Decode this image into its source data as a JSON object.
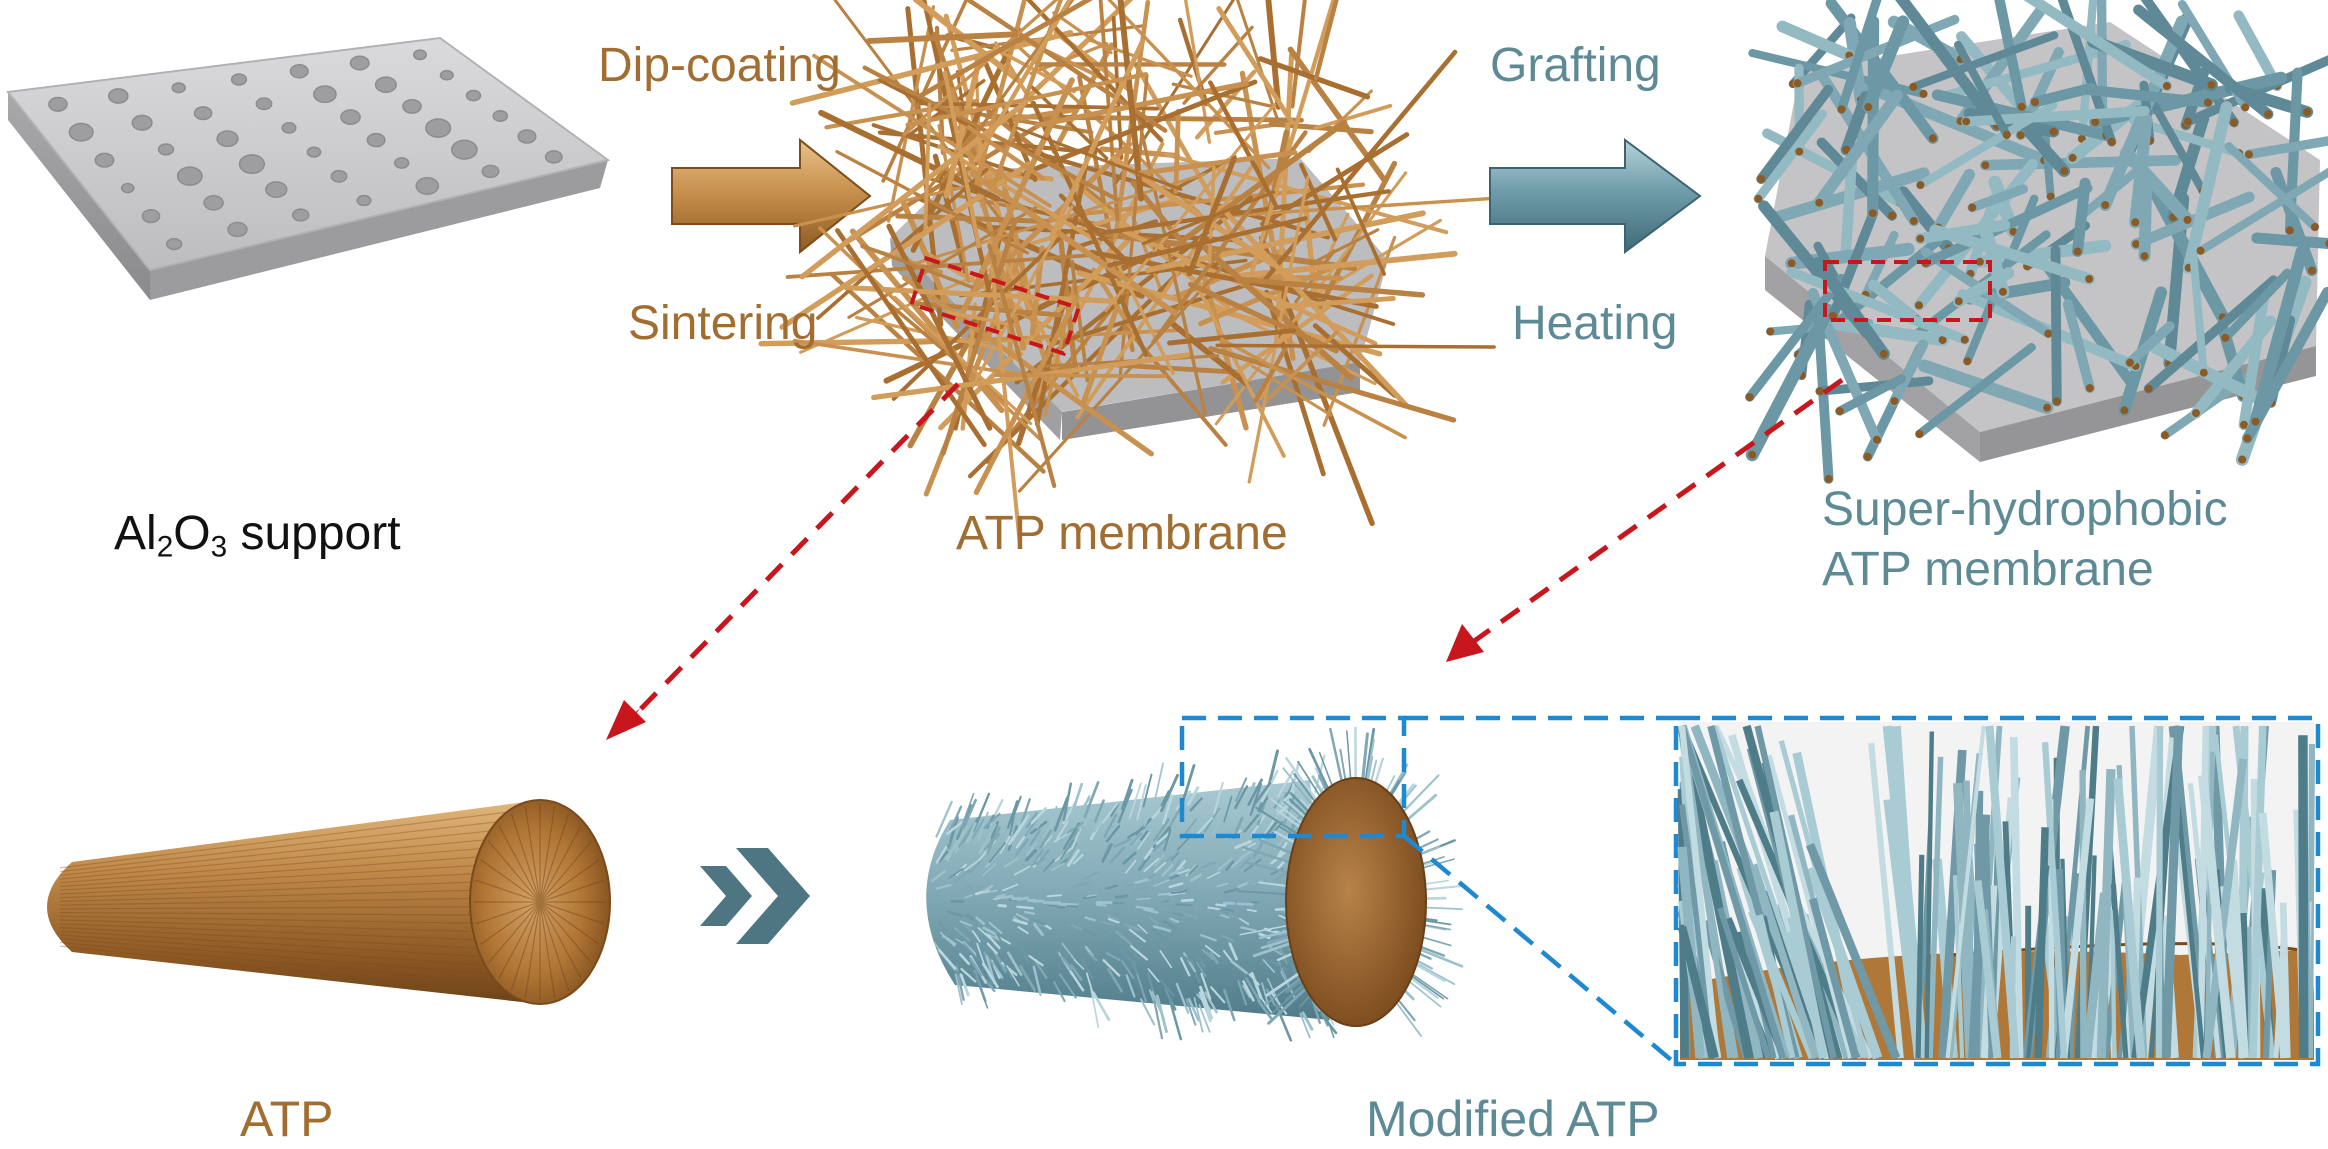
{
  "steps": {
    "dip_coating": "Dip-coating",
    "sintering": "Sintering",
    "grafting": "Grafting",
    "heating": "Heating"
  },
  "labels": {
    "support_prefix": "Al",
    "support_sub1": "2",
    "support_mid": "O",
    "support_sub2": "3",
    "support_suffix": " support",
    "atp_membrane": "ATP membrane",
    "superhydrophobic_line1": "Super-hydrophobic",
    "superhydrophobic_line2": "ATP membrane",
    "atp": "ATP",
    "modified_atp": "Modified ATP"
  },
  "colors": {
    "brown_text": "#A26D30",
    "teal_text": "#5E8A96",
    "brown_arrow": "#B57A3A",
    "teal_arrow": "#5C8C99",
    "red_dash": "#C8161D",
    "blue_dash": "#1E88D0",
    "support_gray": "#C9C9CB",
    "fiber_brown": "#B98142",
    "fiber_teal": "#7FA8B4"
  }
}
